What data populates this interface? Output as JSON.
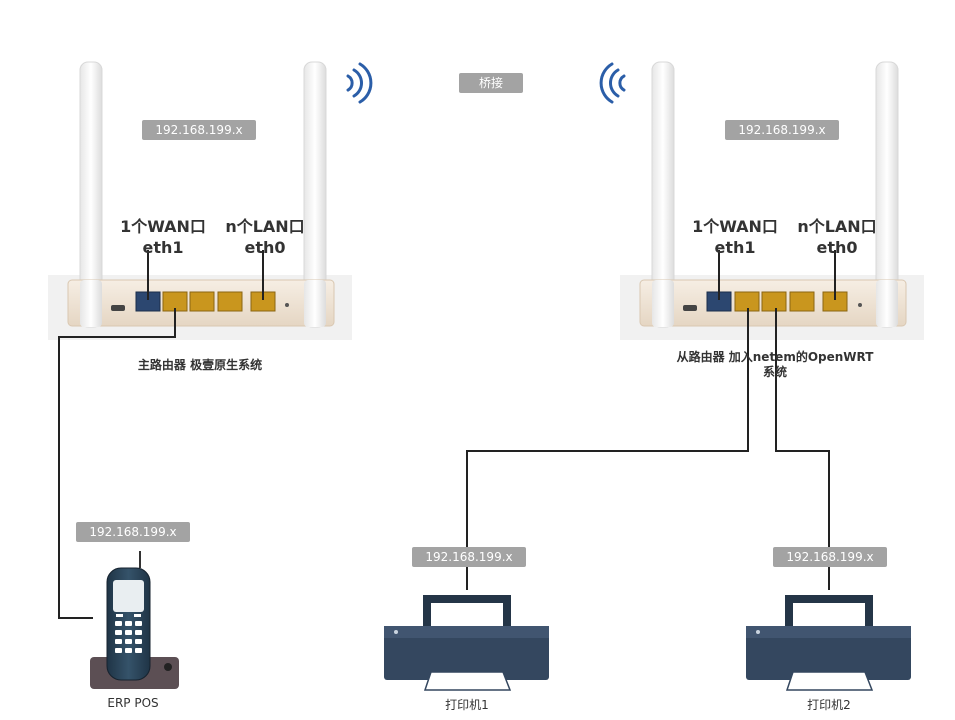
{
  "bridge": {
    "label": "桥接"
  },
  "main_router": {
    "ip": "192.168.199.x",
    "wan_label": "1个WAN口",
    "wan_iface": "eth1",
    "lan_label": "n个LAN口",
    "lan_iface": "eth0",
    "caption": "主路由器  极壹原生系统"
  },
  "slave_router": {
    "ip": "192.168.199.x",
    "wan_label": "1个WAN口",
    "wan_iface": "eth1",
    "lan_label": "n个LAN口",
    "lan_iface": "eth0",
    "caption_line1": "从路由器  加入netem的OpenWRT",
    "caption_line2": "系统"
  },
  "erp_pos": {
    "ip": "192.168.199.x",
    "label": "ERP POS"
  },
  "printer1": {
    "ip": "192.168.199.x",
    "label": "打印机1"
  },
  "printer2": {
    "ip": "192.168.199.x",
    "label": "打印机2"
  },
  "colors": {
    "wifi": "#2b5ea8",
    "badge": "#a3a3a3",
    "router_body": "#efe4d6",
    "port_wan": "#2c4770",
    "port_lan": "#c9961e",
    "printer_body": "#34475f",
    "line": "#222222"
  }
}
